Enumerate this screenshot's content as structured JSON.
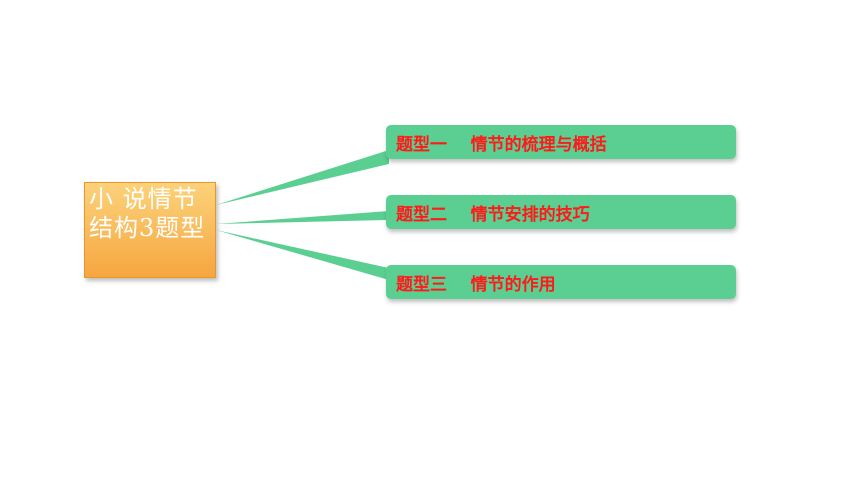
{
  "root": {
    "label": "小 说情节结构3题型"
  },
  "branches": [
    {
      "label": "题型一    情节的梳理与概括"
    },
    {
      "label": "题型二    情节安排的技巧"
    },
    {
      "label": "题型三    情节的作用"
    }
  ],
  "colors": {
    "root_fill": "#f8b44f",
    "branch_fill": "#5bcf92",
    "branch_text": "#ff1a1a",
    "root_text": "#ffffff"
  }
}
